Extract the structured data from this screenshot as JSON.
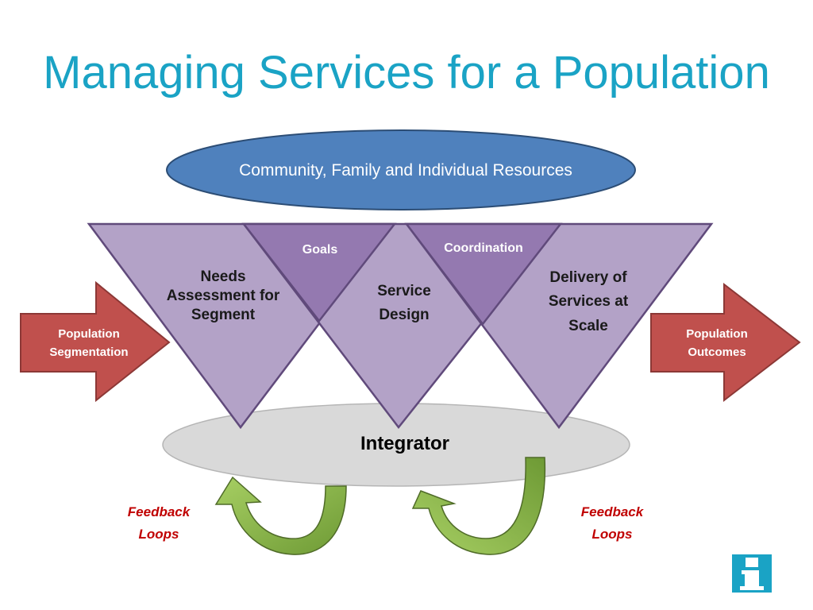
{
  "slide": {
    "title": "Managing Services for a Population"
  },
  "diagram": {
    "resources": "Community, Family and Individual Resources",
    "left_arrow": [
      "Population",
      "Segmentation"
    ],
    "right_arrow": [
      "Population",
      "Outcomes"
    ],
    "triangle_needs": [
      "Needs",
      "Assessment for",
      "Segment"
    ],
    "triangle_goals": "Goals",
    "triangle_service": [
      "Service",
      "Design"
    ],
    "triangle_coordination": "Coordination",
    "triangle_delivery": [
      "Delivery of",
      "Services at",
      "Scale"
    ],
    "integrator": "Integrator",
    "feedback_left": [
      "Feedback",
      "Loops"
    ],
    "feedback_right": [
      "Feedback",
      "Loops"
    ]
  },
  "colors": {
    "title": "#1aa3c5",
    "resources_fill": "#4f81bd",
    "arrow_fill": "#c0504d",
    "triangle_fill": "#b3a2c7",
    "triangle_overlap": "#9479b0",
    "triangle_stroke": "#604a7b",
    "integrator_fill": "#d9d9d9",
    "feedback_arrow": "#8db84a",
    "feedback_text": "#c00000",
    "logo": "#1aa3c5"
  },
  "logo_icon": "info-i-icon"
}
